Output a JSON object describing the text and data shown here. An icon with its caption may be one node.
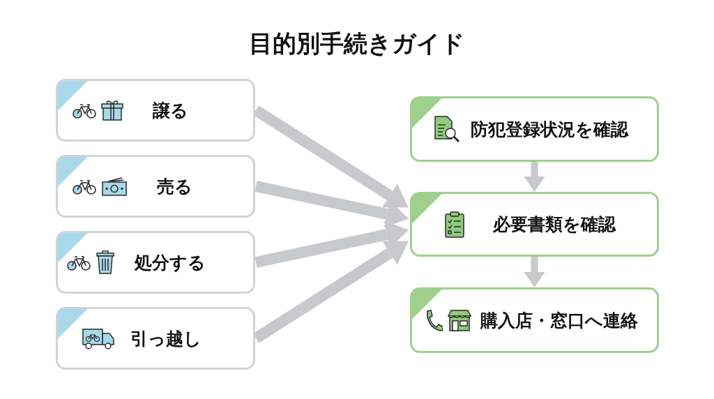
{
  "diagram": {
    "title": "目的別手続きガイド",
    "nodes": [
      {
        "text": [
          "譲る"
        ]
      },
      {
        "text": [
          "売る"
        ]
      },
      {
        "text": [
          "処分する"
        ]
      },
      {
        "text": [
          "引っ越し"
        ]
      },
      {
        "text": [
          "防犯登録状況を確認"
        ]
      },
      {
        "text": [
          "必要書類を確認"
        ]
      },
      {
        "text": [
          "購入店・窓口へ連絡"
        ]
      }
    ],
    "edges": [
      {
        "from": 0,
        "to": 5,
        "arrow": "to"
      },
      {
        "from": 1,
        "to": 5,
        "arrow": "to"
      },
      {
        "from": 2,
        "to": 5,
        "arrow": "to"
      },
      {
        "from": 3,
        "to": 5,
        "arrow": "to"
      },
      {
        "from": 4,
        "to": 5,
        "arrow": "to"
      },
      {
        "from": 5,
        "to": 6,
        "arrow": "to"
      }
    ]
  }
}
